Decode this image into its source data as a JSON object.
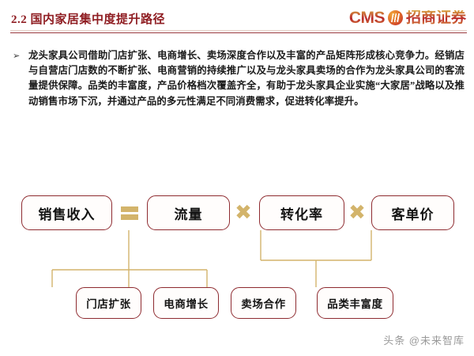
{
  "header": {
    "section_number": "2.2",
    "title": "2.2  国内家居集中度提升路径",
    "brand_latin": "CMS",
    "brand_mark": "cms-circular-logo-icon",
    "brand_chinese": "招商证券"
  },
  "content": {
    "bullet_marker": "➢",
    "paragraph": "龙头家具公司借助门店扩张、电商增长、卖场深度合作以及丰富的产品矩阵形成核心竞争力。经销店与自营店门店数的不断扩张、电商营销的持续推广以及与龙头家具卖场的合作为龙头家具公司的客流量提供保障。品类的丰富度，产品价格档次覆盖齐全，有助于龙头家具企业实施“大家居”战略以及推动销售市场下沉，并通过产品的多元性满足不同消费需求，促进转化率提升。"
  },
  "diagram": {
    "top_nodes": [
      {
        "label": "销售收入"
      },
      {
        "label": "流量"
      },
      {
        "label": "转化率"
      },
      {
        "label": "客单价"
      }
    ],
    "operators": [
      {
        "type": "equals",
        "symbol": "="
      },
      {
        "type": "multiply",
        "symbol": "✖"
      },
      {
        "type": "multiply",
        "symbol": "✖"
      }
    ],
    "bottom_nodes": [
      {
        "label": "门店扩张"
      },
      {
        "label": "电商增长"
      },
      {
        "label": "卖场合作"
      },
      {
        "label": "品类丰富度"
      }
    ],
    "colors": {
      "node_border": "#8e2b30",
      "connector": "#d3b46b",
      "operator": "#d3b46b",
      "title": "#8f1d22"
    }
  },
  "watermark": {
    "text": "头条 @未来智库"
  }
}
